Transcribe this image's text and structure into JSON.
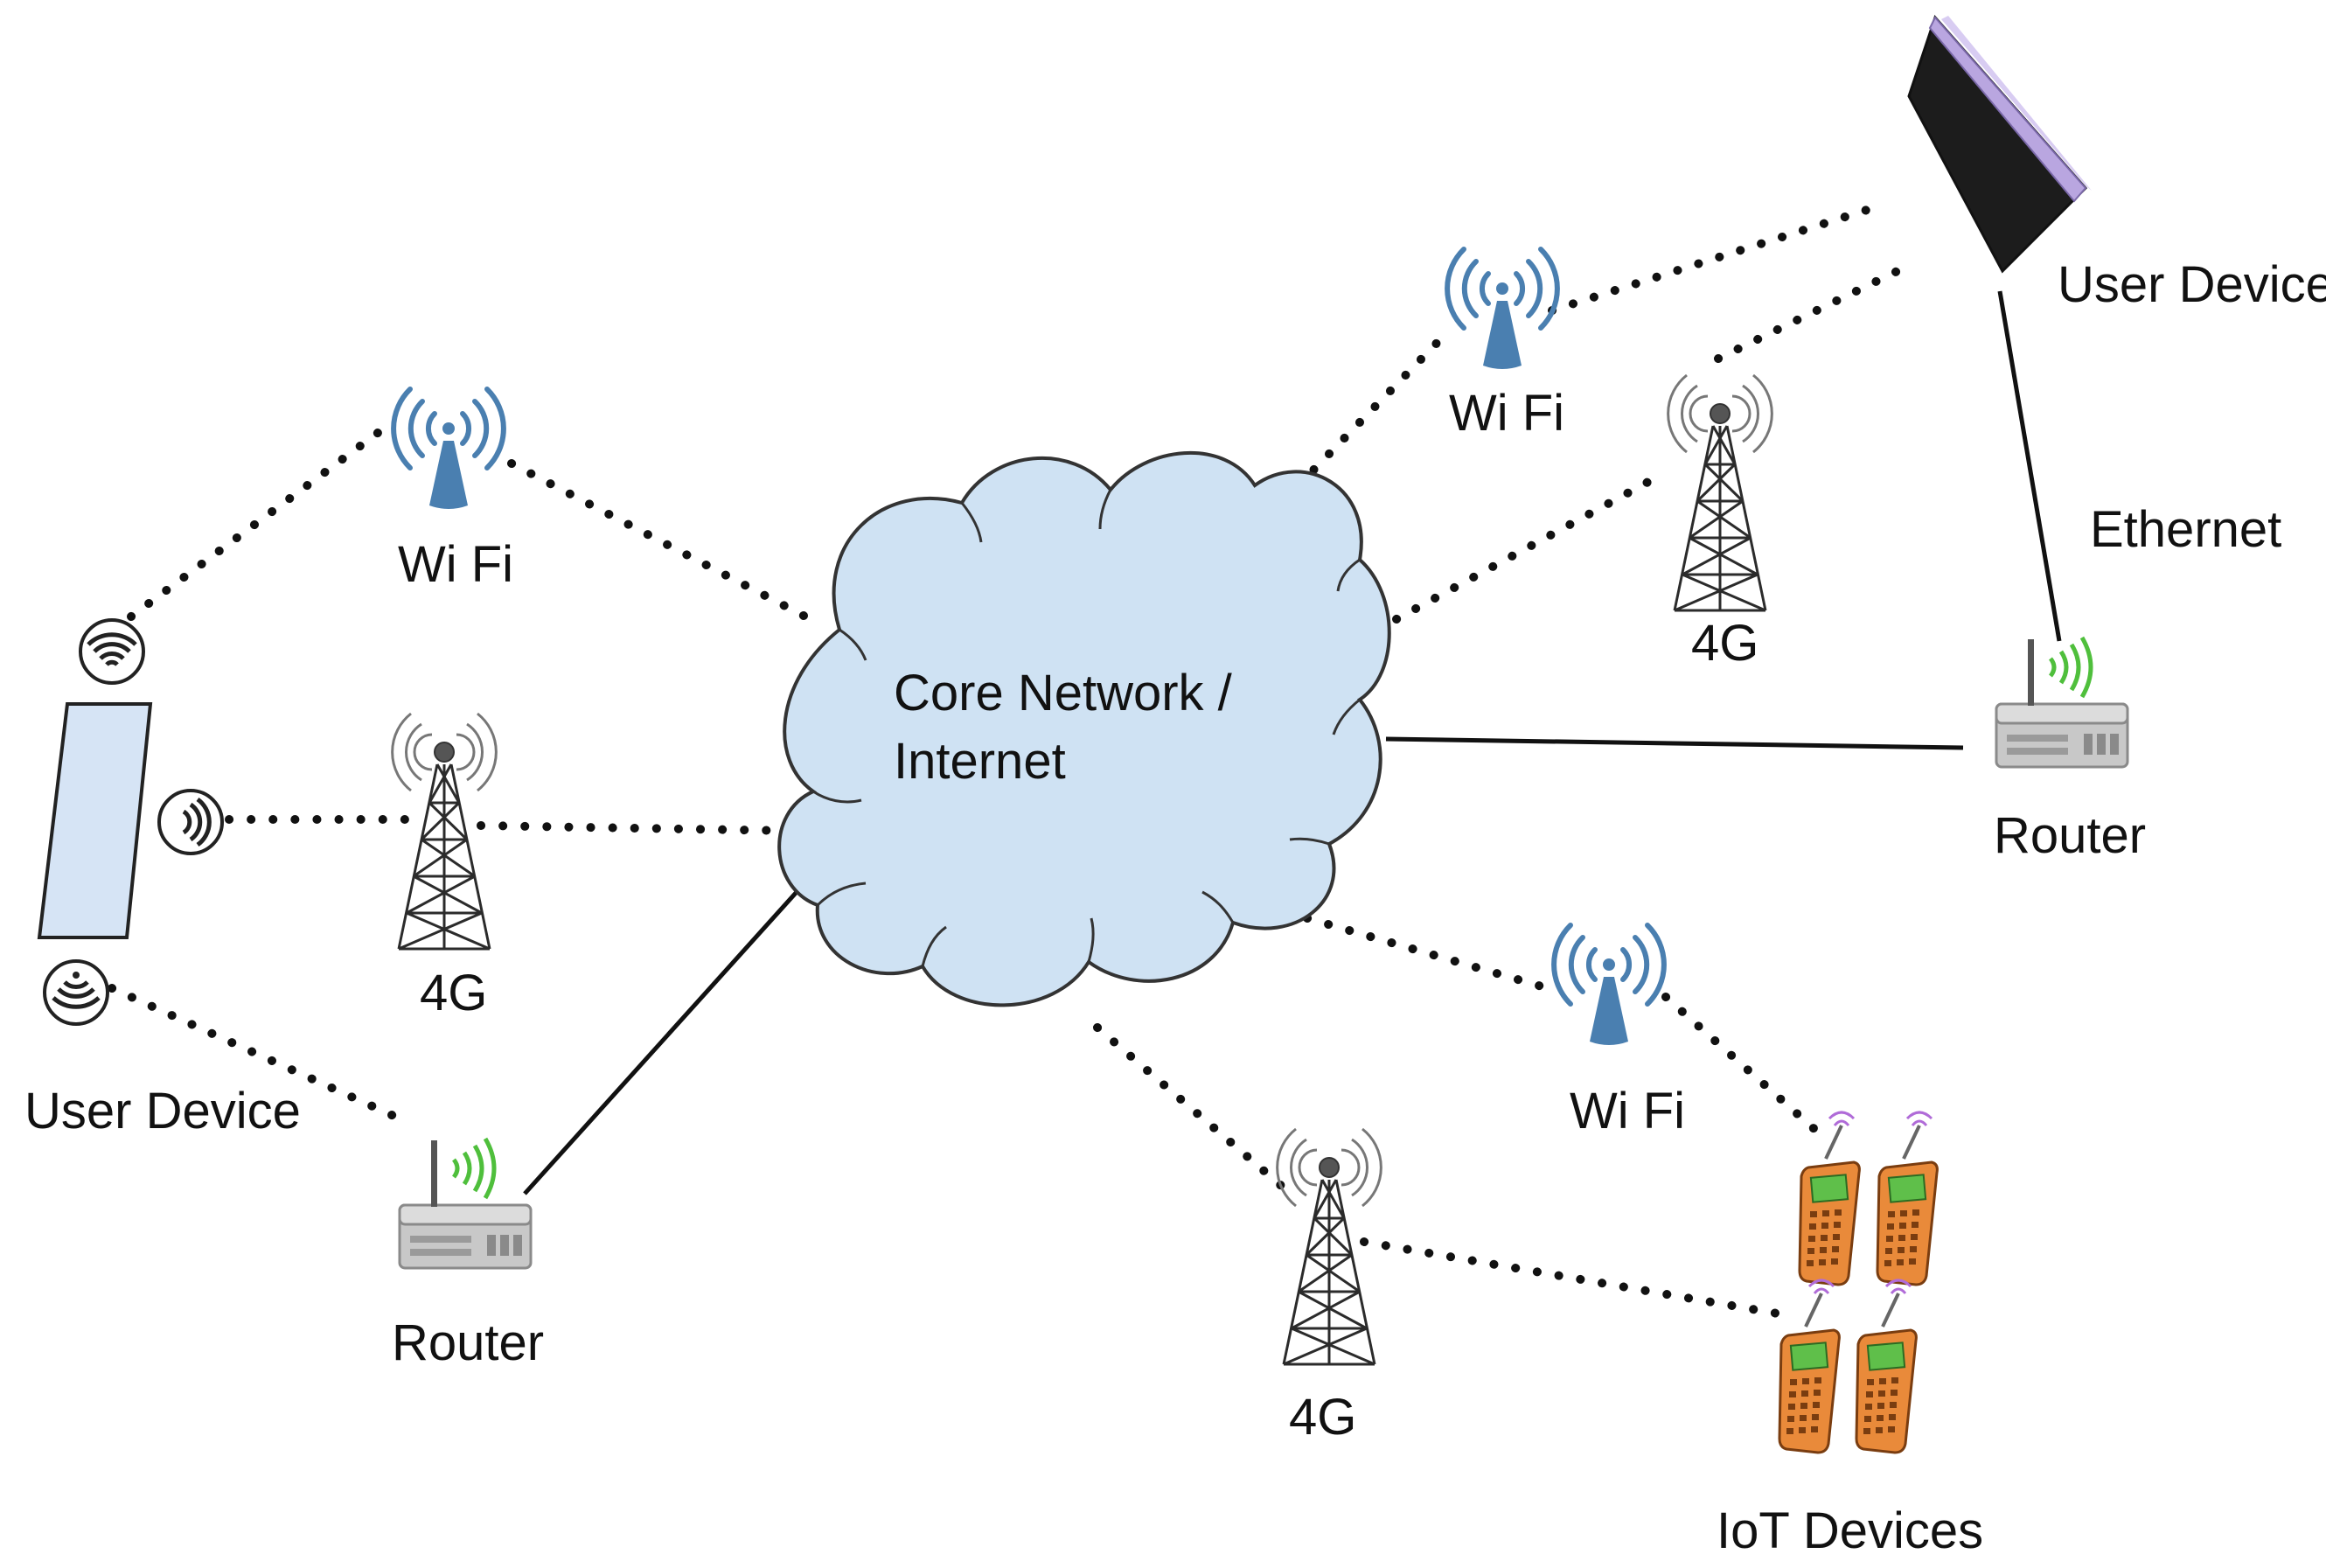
{
  "diagram": {
    "center_label_line1": "Core Network /",
    "center_label_line2": "Internet",
    "labels": {
      "wifi_left": "Wi Fi",
      "g4_left": "4G",
      "router_left": "Router",
      "user_device_left": "User Device",
      "wifi_top_right": "Wi Fi",
      "g4_top_right": "4G",
      "user_device_right": "User Device",
      "ethernet": "Ethernet",
      "router_right": "Router",
      "wifi_bottom_right": "Wi Fi",
      "g4_bottom": "4G",
      "iot_devices": "IoT Devices"
    },
    "colors": {
      "cloud_fill": "#cfe2f3",
      "cloud_stroke": "#333333",
      "wifi_blue": "#4a7fb0",
      "tablet_fill": "#d6e4f5",
      "laptop_lid": "#b9a6e0",
      "laptop_body": "#1c1c1c",
      "router_gray": "#c8c8c8",
      "signal_green": "#4fbf3c",
      "iot_orange": "#e98a3a",
      "iot_screen": "#5fbf4a"
    },
    "icons": [
      "wifi-tower-icon",
      "cell-tower-icon",
      "router-icon",
      "tablet-icon",
      "laptop-icon",
      "iot-device-icon",
      "cloud-icon"
    ]
  }
}
